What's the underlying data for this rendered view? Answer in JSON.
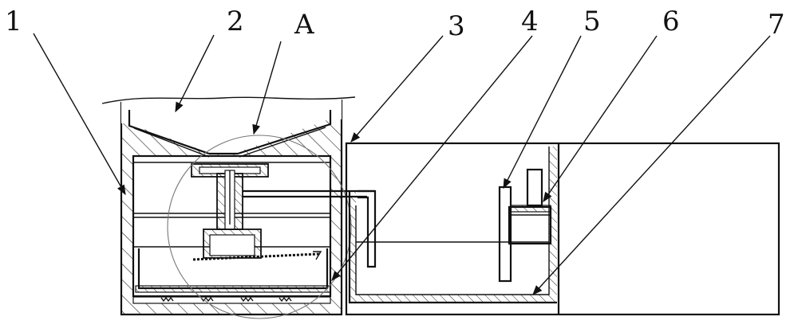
{
  "labels": [
    {
      "id": "1",
      "text": "1"
    },
    {
      "id": "2",
      "text": "2"
    },
    {
      "id": "A",
      "text": "A"
    },
    {
      "id": "3",
      "text": "3"
    },
    {
      "id": "4",
      "text": "4"
    },
    {
      "id": "5",
      "text": "5"
    },
    {
      "id": "6",
      "text": "6"
    },
    {
      "id": "7",
      "text": "7"
    }
  ],
  "colors": {
    "line": "#111111",
    "background": "#ffffff",
    "detail_circle": "#777777"
  }
}
